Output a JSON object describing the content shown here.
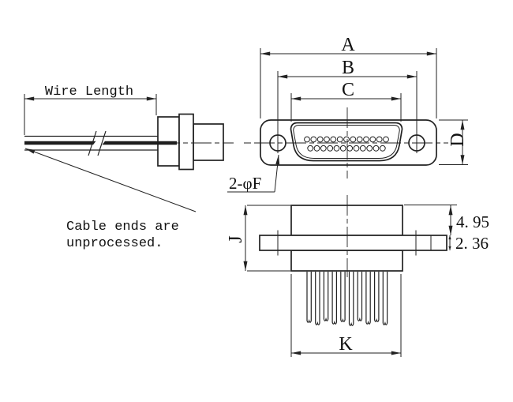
{
  "drawing": {
    "background": "#ffffff",
    "line_color": "#222222",
    "left_view": {
      "wire_length_label": "Wire Length",
      "cable_note_line1": "Cable ends are",
      "cable_note_line2": "unprocessed."
    },
    "front_view": {
      "dim_width_outer": "A",
      "dim_width_holes": "B",
      "dim_width_shell": "C",
      "dim_height": "D",
      "hole_label": "2-φF",
      "pin_count_top_row": 13,
      "pin_count_bottom_row": 12
    },
    "side_view": {
      "dim_total_height": "J",
      "dim_upper_height": "4. 95",
      "dim_flange_thickness": "2. 36",
      "dim_body_width": "K"
    }
  }
}
